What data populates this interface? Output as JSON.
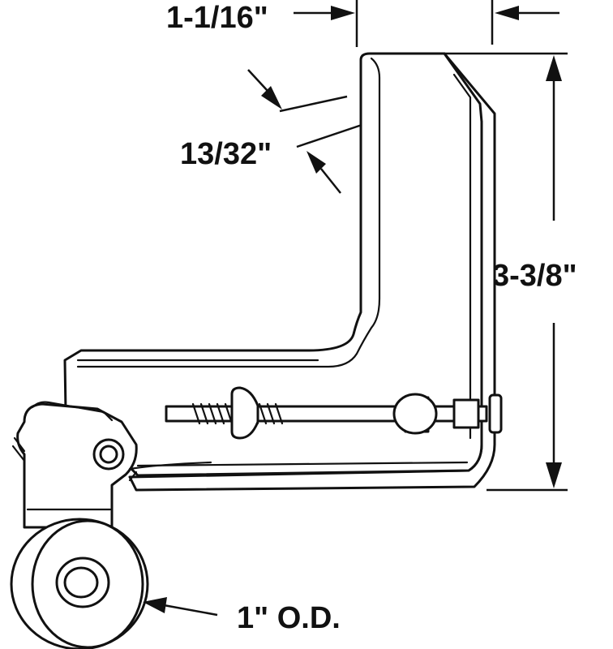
{
  "dimensions": {
    "width_top": "1-1/16\"",
    "thickness": "13/32\"",
    "height": "3-3/8\"",
    "wheel_od": "1\" O.D."
  }
}
